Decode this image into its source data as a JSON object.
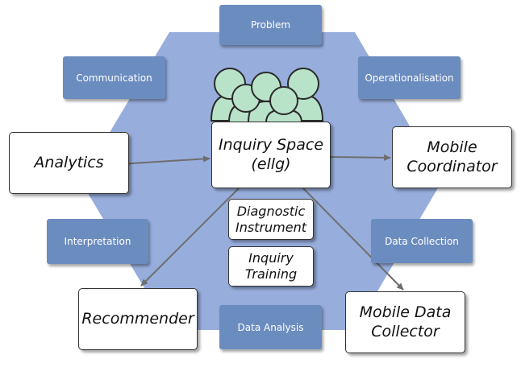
{
  "colors": {
    "hexagon": "#97addc",
    "phase_box": "#6b8cbf",
    "arrow": "#6e6e6e",
    "people": "#b9e3c9"
  },
  "phases": {
    "problem": "Problem",
    "communication": "Communication",
    "operationalisation": "Operationalisation",
    "interpretation": "Interpretation",
    "data_collection": "Data Collection",
    "data_analysis": "Data Analysis"
  },
  "components": {
    "inquiry_space": "Inquiry Space\n(ellg)",
    "analytics": "Analytics",
    "mobile_coordinator": "Mobile\nCoordinator",
    "recommender": "Recommender",
    "mobile_data_collector": "Mobile Data\nCollector",
    "diagnostic_instrument": "Diagnostic\nInstrument",
    "inquiry_training": "Inquiry\nTraining"
  },
  "icons": {
    "center": "users-group-icon"
  }
}
